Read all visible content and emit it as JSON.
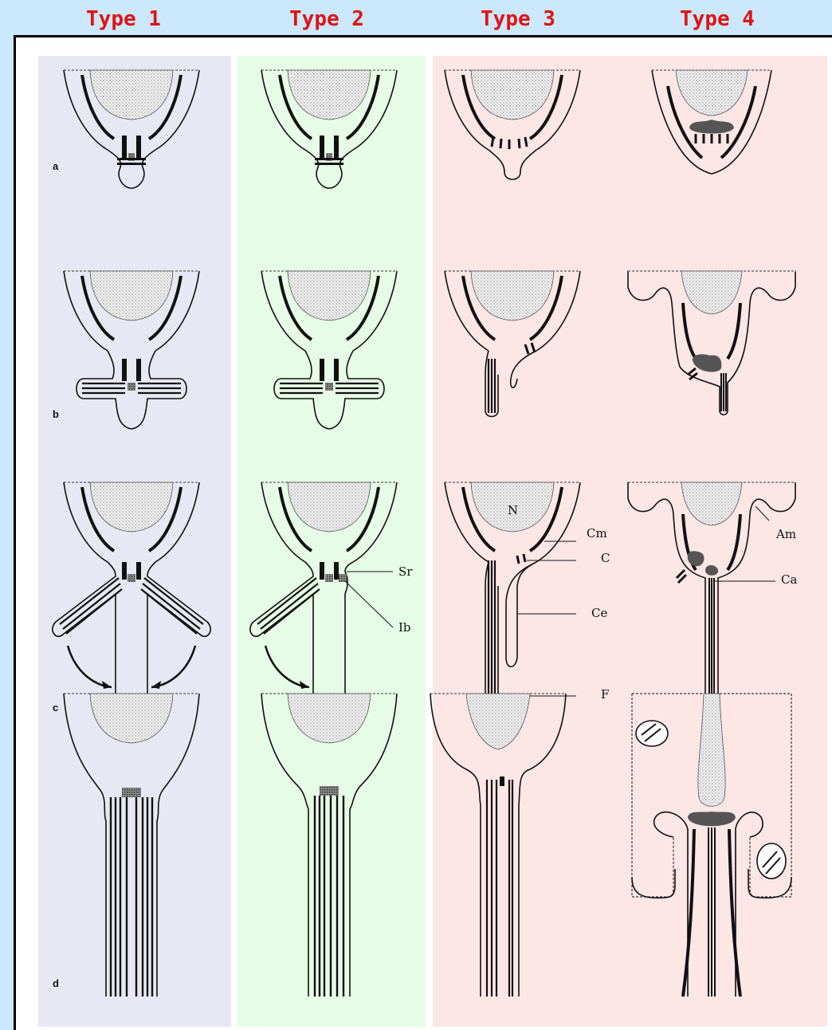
{
  "headers": [
    "Type 1",
    "Type 2",
    "Type 3",
    "Type 4"
  ],
  "row_labels": [
    "a",
    "b",
    "c",
    "d"
  ],
  "annotations": {
    "sr": "Sr",
    "ib": "Ib",
    "n": "N",
    "cm": "Cm",
    "c": "C",
    "ce": "Ce",
    "f": "F",
    "am": "Am",
    "ca": "Ca"
  },
  "colors": {
    "type1_panel": "#e8e8f4",
    "type2_panel": "#e6fce6",
    "type34_panel": "#fde6e6",
    "header_text": "#e01414",
    "page_background": "#cce8fc"
  }
}
